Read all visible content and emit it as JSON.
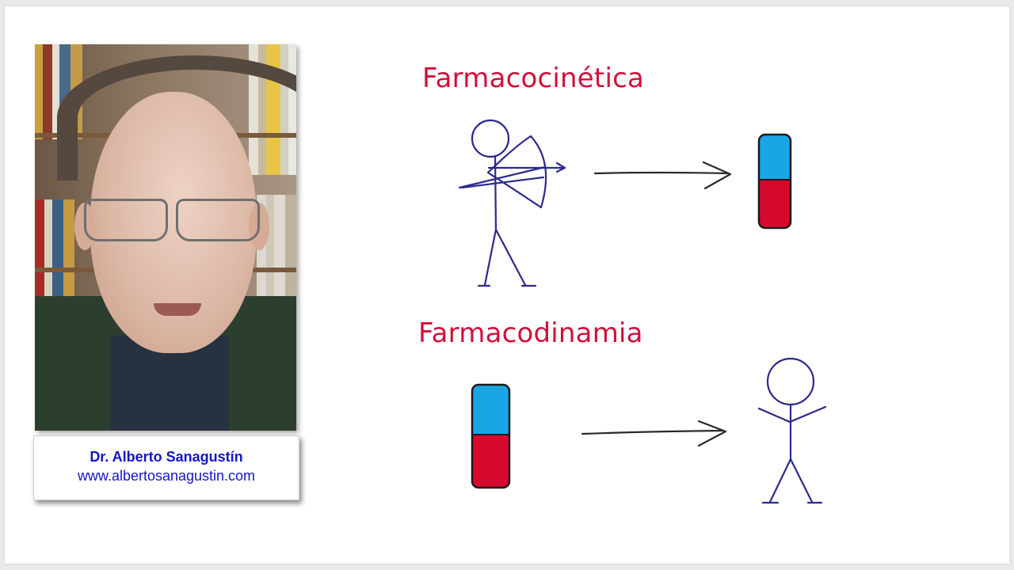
{
  "sections": {
    "pharmacokinetics": {
      "title": "Farmacocinética"
    },
    "pharmacodynamics": {
      "title": "Farmacodinamia"
    }
  },
  "presenter": {
    "name": "Dr. Alberto Sanagustín",
    "url": "www.albertosanagustin.com"
  },
  "colors": {
    "title_red": "#d0103a",
    "caption_blue": "#1414c8",
    "capsule_blue": "#1aa6e4",
    "capsule_red": "#d7082e",
    "ink": "#2b2a8c"
  },
  "icons": [
    "archer-stick-figure",
    "arrow-right",
    "capsule",
    "capsule",
    "arrow-right",
    "cheering-stick-figure"
  ]
}
